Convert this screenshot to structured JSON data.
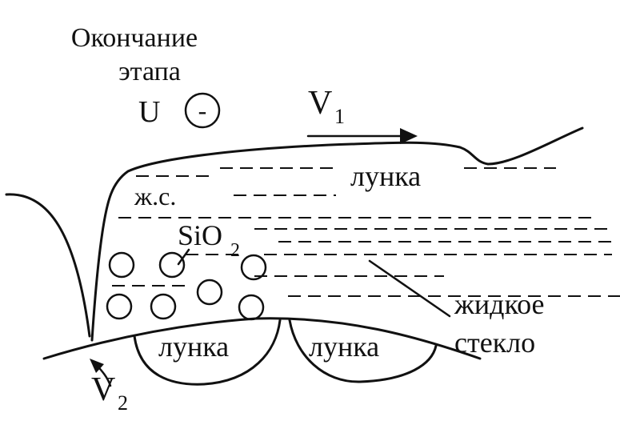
{
  "labels": {
    "stage_title_line1": "Окончание",
    "stage_title_line2": "этапа",
    "voltage_symbol": "U",
    "voltage_sign": "-",
    "velocity1_main": "V",
    "velocity1_sub": "1",
    "velocity2_main": "V",
    "velocity2_sub": "2",
    "crater_top": "лунка",
    "crater_bottom_left": "лунка",
    "crater_bottom_right": "лунка",
    "liquid_steel": "ж.с.",
    "silica_main": "SiO",
    "silica_sub": "2",
    "liquid_glass_line1": "жидкое",
    "liquid_glass_line2": "стекло"
  },
  "colors": {
    "ink": "#111111",
    "background": "#ffffff"
  }
}
